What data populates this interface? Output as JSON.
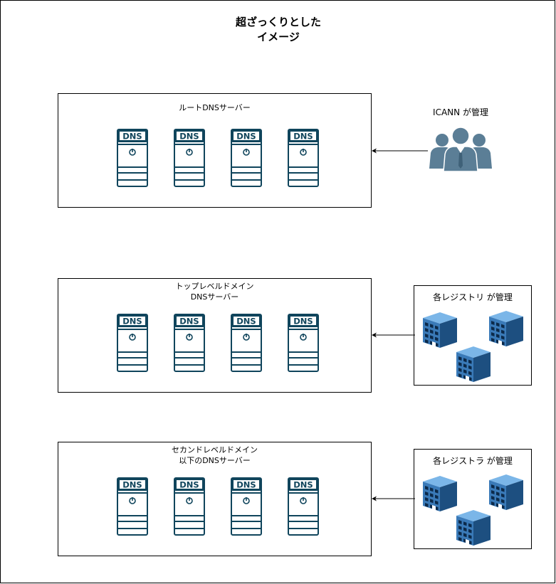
{
  "title": {
    "line1": "超ざっくりとした",
    "line2": "イメージ"
  },
  "tiers": [
    {
      "label_line1": "ルートDNSサーバー",
      "label_line2": "",
      "servers": [
        "DNS",
        "DNS",
        "DNS",
        "DNS"
      ],
      "manager": "ICANN が管理"
    },
    {
      "label_line1": "トップレベルドメイン",
      "label_line2": "DNSサーバー",
      "servers": [
        "DNS",
        "DNS",
        "DNS",
        "DNS"
      ],
      "manager": "各レジストリ が管理"
    },
    {
      "label_line1": "セカンドレベルドメイン",
      "label_line2": "以下のDNSサーバー",
      "servers": [
        "DNS",
        "DNS",
        "DNS",
        "DNS"
      ],
      "manager": "各レジストラ が管理"
    }
  ],
  "colors": {
    "server_stroke": "#10455c",
    "people": "#5b7e96",
    "building_front": "#3a7ab8",
    "building_side": "#1d4f80",
    "building_top": "#7bb6e8",
    "window": "#0c2a4a"
  },
  "icons": {
    "server": "dns-server-icon",
    "people": "user-group-icon",
    "building": "office-building-icon"
  }
}
